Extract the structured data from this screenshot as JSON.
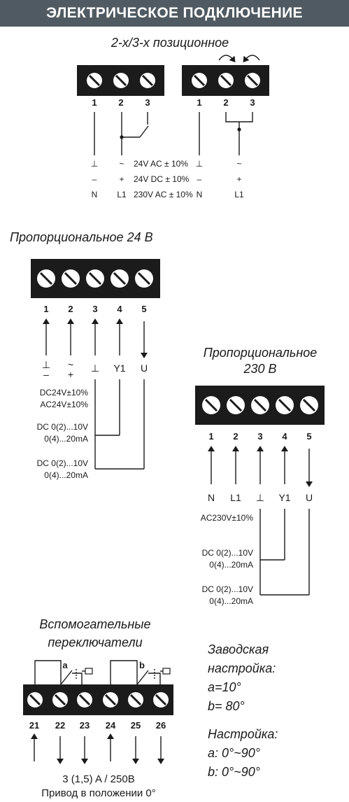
{
  "header": {
    "title": "ЭЛЕКТРИЧЕСКОЕ ПОДКЛЮЧЕНИЕ",
    "color": "#4f5a62"
  },
  "section1": {
    "title": "2-х/3-х позиционное",
    "left_terminals": [
      "1",
      "2",
      "3"
    ],
    "right_terminals": [
      "1",
      "2",
      "3"
    ],
    "left_col1": [
      "⊥",
      "–",
      "N"
    ],
    "left_col2": [
      "~",
      "+",
      "L1"
    ],
    "voltages": [
      "24V AC ± 10%",
      "24V DC ± 10%",
      "230V AC ± 10%"
    ],
    "right_col1": [
      "⊥",
      "–",
      "N"
    ],
    "right_col2": [
      "~",
      "+",
      "L1"
    ]
  },
  "section2": {
    "title": "Пропорциональное 24 В",
    "terminals": [
      "1",
      "2",
      "3",
      "4",
      "5"
    ],
    "sym_top": [
      "⊥",
      "~",
      "⊥",
      "Y1",
      "U"
    ],
    "sym_bottom": [
      "–",
      "+"
    ],
    "supply": [
      "DC24V±10%",
      "AC24V±10%"
    ],
    "signal1": [
      "DC 0(2)...10V",
      "0(4)...20mA"
    ],
    "signal2": [
      "DC 0(2)...10V",
      "0(4)...20mA"
    ]
  },
  "section3": {
    "title": [
      "Пропорциональное",
      "230 В"
    ],
    "terminals": [
      "1",
      "2",
      "3",
      "4",
      "5"
    ],
    "labels": [
      "N",
      "L1",
      "⊥",
      "Y1",
      "U"
    ],
    "supply": "AC230V±10%",
    "signal1": [
      "DC 0(2)...10V",
      "0(4)...20mA"
    ],
    "signal2": [
      "DC 0(2)...10V",
      "0(4)...20mA"
    ]
  },
  "section4": {
    "title": [
      "Вспомогательные",
      "переключатели"
    ],
    "switch_labels": [
      "a",
      "b"
    ],
    "terminals": [
      "21",
      "22",
      "23",
      "24",
      "25",
      "26"
    ],
    "rating": "3 (1,5) A / 250B",
    "note": "Привод в положении 0°"
  },
  "factory": {
    "lines": [
      "Заводская",
      "настройка:",
      "a=10°",
      "b= 80°"
    ],
    "setting_lines": [
      "Настройка:",
      "a: 0°~90°",
      "b: 0°~90°"
    ]
  }
}
